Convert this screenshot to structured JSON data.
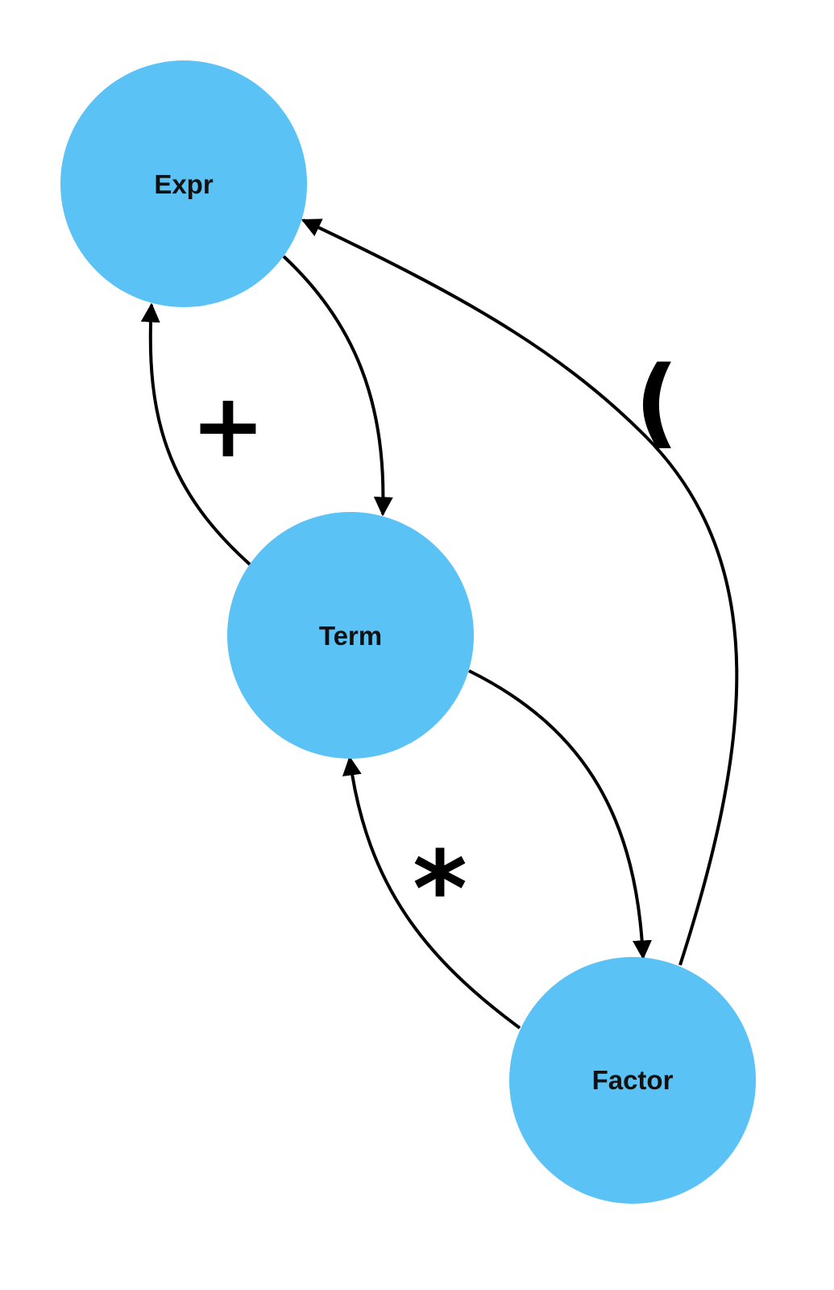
{
  "colors": {
    "node_fill": "#5bc2f5",
    "edge": "#000000",
    "background": "#ffffff"
  },
  "nodes": {
    "expr": "Expr",
    "term": "Term",
    "factor": "Factor"
  },
  "edge_labels": {
    "term_to_expr": "+",
    "factor_to_term": "*",
    "factor_to_expr": "("
  }
}
